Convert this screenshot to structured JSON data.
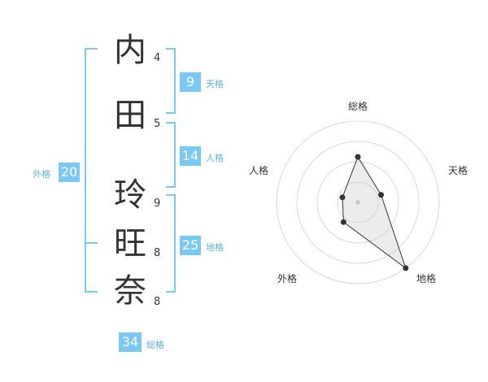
{
  "name": {
    "chars": [
      {
        "char": "内",
        "strokes": "4"
      },
      {
        "char": "田",
        "strokes": "5"
      },
      {
        "char": "玲",
        "strokes": "9"
      },
      {
        "char": "旺",
        "strokes": "8"
      },
      {
        "char": "奈",
        "strokes": "8"
      }
    ]
  },
  "kaku": {
    "tenkaku": {
      "value": "9",
      "label": "天格"
    },
    "jinkaku": {
      "value": "14",
      "label": "人格"
    },
    "chikaku": {
      "value": "25",
      "label": "地格"
    },
    "gaikaku": {
      "value": "20",
      "label": "外格"
    },
    "soukaku": {
      "value": "34",
      "label": "総格"
    }
  },
  "colors": {
    "accent": "#79c8f6",
    "label_accent": "#5ab4ea"
  },
  "chart_data": {
    "type": "radar",
    "axes": [
      "総格",
      "天格",
      "地格",
      "外格",
      "人格"
    ],
    "values": [
      2.8,
      1.5,
      5.0,
      1.5,
      1.0
    ],
    "range": [
      0,
      5
    ],
    "rings": 4,
    "grid": true
  }
}
